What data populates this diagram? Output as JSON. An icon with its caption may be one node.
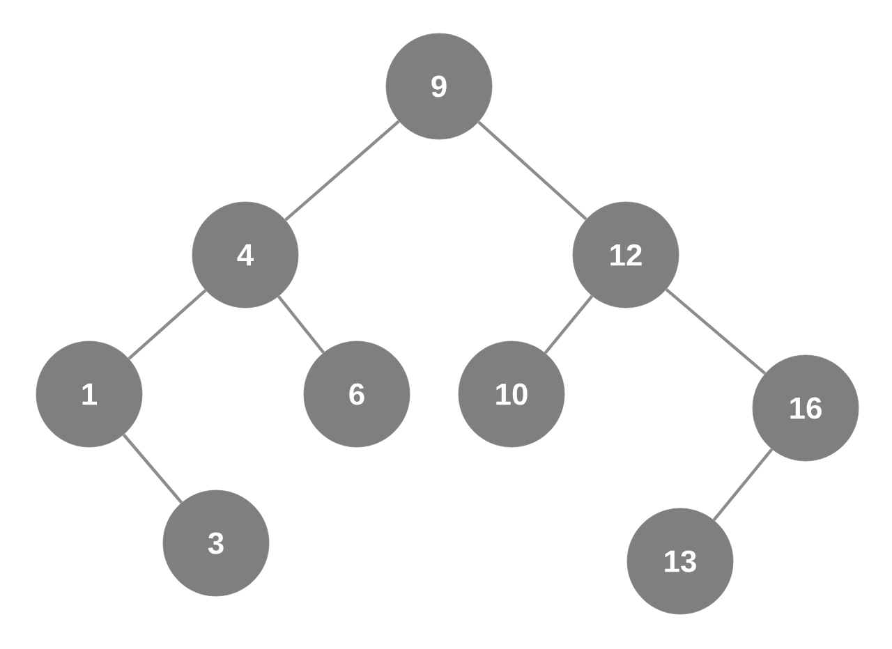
{
  "diagram": {
    "nodes": [
      {
        "text": [
          "9"
        ]
      },
      {
        "text": [
          "4"
        ]
      },
      {
        "text": [
          "12"
        ]
      },
      {
        "text": [
          "1"
        ]
      },
      {
        "text": [
          "6"
        ]
      },
      {
        "text": [
          "10"
        ]
      },
      {
        "text": [
          "16"
        ]
      },
      {
        "text": [
          "3"
        ]
      },
      {
        "text": [
          "13"
        ]
      }
    ],
    "edges": [
      {
        "from": 0,
        "to": 1,
        "arrow": "none"
      },
      {
        "from": 0,
        "to": 2,
        "arrow": "none"
      },
      {
        "from": 1,
        "to": 3,
        "arrow": "none"
      },
      {
        "from": 1,
        "to": 4,
        "arrow": "none"
      },
      {
        "from": 2,
        "to": 5,
        "arrow": "none"
      },
      {
        "from": 2,
        "to": 6,
        "arrow": "none"
      },
      {
        "from": 3,
        "to": 7,
        "arrow": "none"
      },
      {
        "from": 6,
        "to": 8,
        "arrow": "none"
      }
    ]
  }
}
